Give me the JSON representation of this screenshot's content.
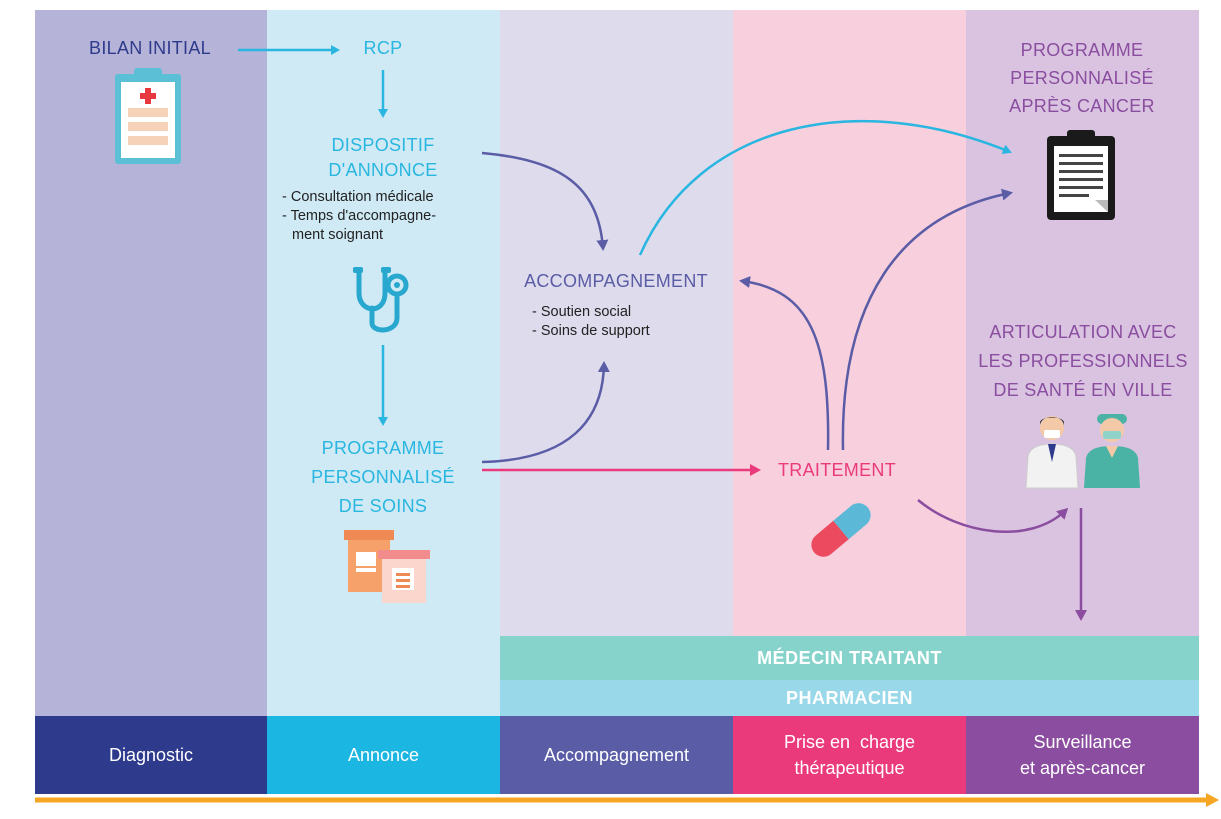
{
  "colors": {
    "col_diagnostic": "#b6b3d8",
    "col_annonce": "#cfeaf5",
    "col_accompagnement": "#dedbec",
    "col_prise": "#f8cfdd",
    "col_surveillance": "#d9c3e0",
    "phase_diagnostic": "#2e3a8c",
    "phase_annonce": "#1cb6e2",
    "phase_accompagnement": "#5a5ca6",
    "phase_prise": "#ea3a7b",
    "phase_surveillance": "#8a4d9f",
    "band_medecin": "#86d3cc",
    "band_pharmacien": "#98d8e8",
    "timeline": "#f6a623",
    "text_navy": "#2e3a8c",
    "text_cyan": "#29b6e0",
    "text_purple": "#5a5ca6",
    "text_pink": "#ea3a7b",
    "text_violet": "#8a4d9f"
  },
  "nodes": {
    "bilan_initial": "BILAN INITIAL",
    "rcp": "RCP",
    "dispositif": [
      "DISPOSITIF",
      "D'ANNONCE"
    ],
    "dispositif_details": [
      "- Consultation médicale",
      "- Temps d'accompagne-",
      "ment soignant"
    ],
    "programme_soins": [
      "PROGRAMME",
      "PERSONNALISÉ",
      "DE SOINS"
    ],
    "accompagnement": "ACCOMPAGNEMENT",
    "accompagnement_details": [
      "- Soutien social",
      "- Soins de support"
    ],
    "traitement": "TRAITEMENT",
    "programme_apres": [
      "PROGRAMME",
      "PERSONNALISÉ",
      "APRÈS CANCER"
    ],
    "articulation": [
      "ARTICULATION AVEC",
      "LES PROFESSIONNELS",
      "DE SANTÉ EN VILLE"
    ]
  },
  "bands": {
    "medecin": "MÉDECIN TRAITANT",
    "pharmacien": "PHARMACIEN"
  },
  "phases": {
    "diagnostic": [
      "Diagnostic"
    ],
    "annonce": [
      "Annonce"
    ],
    "accompagnement": [
      "Accompagnement"
    ],
    "prise": [
      "Prise en  charge",
      "thérapeutique"
    ],
    "surveillance": [
      "Surveillance",
      "et après-cancer"
    ]
  },
  "icons": {
    "clipboard_medical": "clipboard-medical-icon",
    "stethoscope": "stethoscope-icon",
    "pill_bottles": "pill-bottles-icon",
    "capsule": "capsule-icon",
    "clipboard_document": "clipboard-document-icon",
    "doctors": "doctors-icon"
  }
}
